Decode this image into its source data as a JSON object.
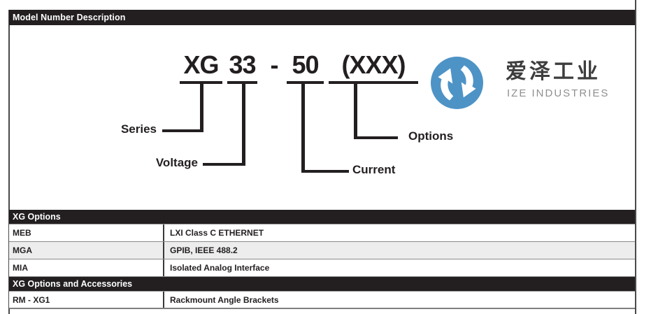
{
  "page": {
    "title_bar": "Model Number Description"
  },
  "diagram": {
    "model_segments": {
      "series_code": "XG",
      "voltage_code": "33",
      "separator": "-",
      "current_code": "50",
      "options_code": "(XXX)"
    },
    "labels": {
      "series": "Series",
      "voltage": "Voltage",
      "current": "Current",
      "options": "Options"
    }
  },
  "logo": {
    "cn_text": "爱泽工业",
    "en_text": "IZE INDUSTRIES"
  },
  "tables": [
    {
      "header": "XG Options",
      "rows": [
        {
          "code": "MEB",
          "description": "LXI Class C ETHERNET"
        },
        {
          "code": "MGA",
          "description": "GPIB, IEEE 488.2"
        },
        {
          "code": "MIA",
          "description": "Isolated Analog Interface"
        }
      ]
    },
    {
      "header": "XG Options and Accessories",
      "rows": [
        {
          "code": "RM - XG1",
          "description": "Rackmount Angle Brackets"
        }
      ]
    }
  ],
  "colors": {
    "ink": "#231f20",
    "alt_row": "#ededed",
    "logo_blue": "#4e93c6",
    "logo_gray": "#8f8f8f"
  }
}
